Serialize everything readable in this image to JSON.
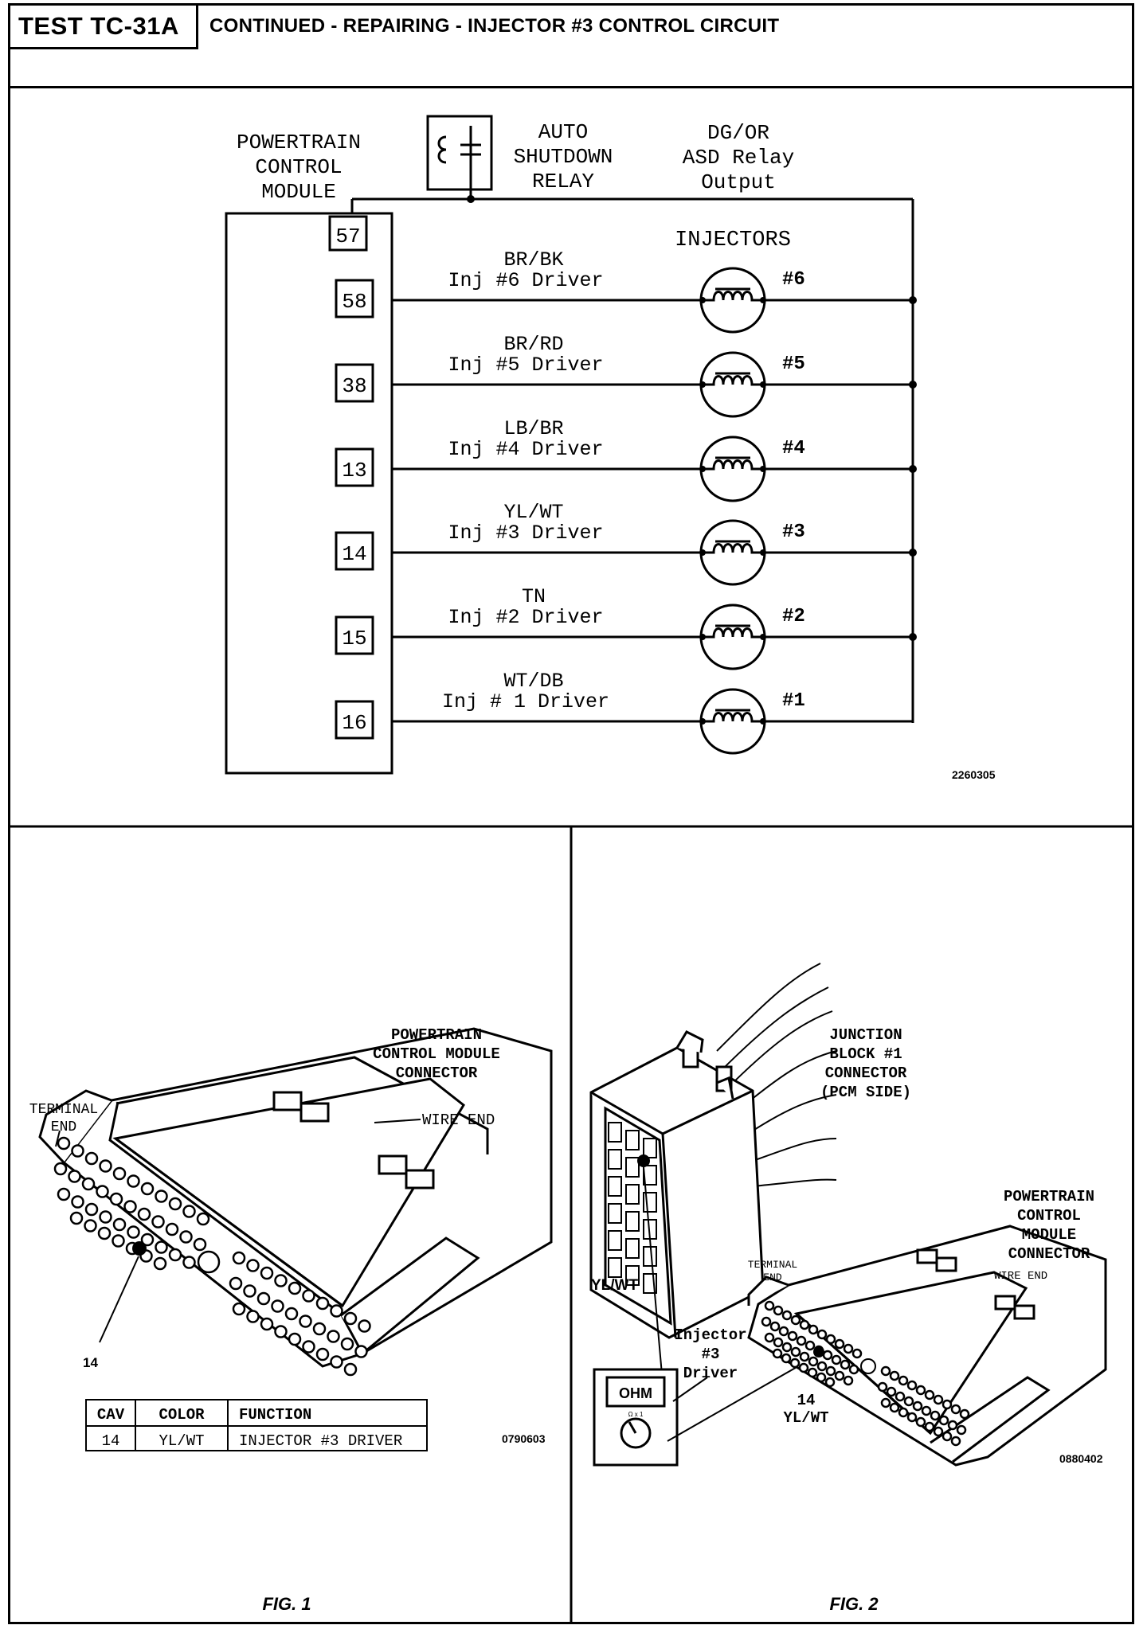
{
  "header": {
    "test_id": "TEST TC-31A",
    "title": "CONTINUED - REPAIRING - INJECTOR #3 CONTROL CIRCUIT"
  },
  "schematic": {
    "pcm_label": [
      "POWERTRAIN",
      "CONTROL",
      "MODULE"
    ],
    "relay_label": [
      "AUTO",
      "SHUTDOWN",
      "RELAY"
    ],
    "relay_output_label": [
      "DG/OR",
      "ASD Relay",
      "Output"
    ],
    "relay_pin": "57",
    "injectors_heading": "INJECTORS",
    "figure_id": "2260305",
    "circuits": [
      {
        "pin": "58",
        "color": "BR/BK",
        "function": "Inj #6 Driver",
        "injector": "#6"
      },
      {
        "pin": "38",
        "color": "BR/RD",
        "function": "Inj #5 Driver",
        "injector": "#5"
      },
      {
        "pin": "13",
        "color": "LB/BR",
        "function": "Inj #4 Driver",
        "injector": "#4"
      },
      {
        "pin": "14",
        "color": "YL/WT",
        "function": "Inj #3 Driver",
        "injector": "#3"
      },
      {
        "pin": "15",
        "color": "TN",
        "function": "Inj #2 Driver",
        "injector": "#2"
      },
      {
        "pin": "16",
        "color": "WT/DB",
        "function": "Inj # 1 Driver",
        "injector": "#1"
      }
    ]
  },
  "fig1": {
    "connector_label": [
      "POWERTRAIN",
      "CONTROL MODULE",
      "CONNECTOR"
    ],
    "terminal_end": [
      "TERMINAL",
      "END"
    ],
    "wire_end": "WIRE END",
    "pin_callout": "14",
    "table": {
      "headers": [
        "CAV",
        "COLOR",
        "FUNCTION"
      ],
      "rows": [
        [
          "14",
          "YL/WT",
          "INJECTOR #3 DRIVER"
        ]
      ]
    },
    "figure_id": "0790603",
    "caption": "FIG. 1"
  },
  "fig2": {
    "junction_label": [
      "JUNCTION",
      "BLOCK #1",
      "CONNECTOR",
      "(PCM SIDE)"
    ],
    "wire_color": "YL/WT",
    "meter_display": "OHM",
    "meter_range": "Ω x 1",
    "injector_label": [
      "Injector",
      "#3",
      "Driver"
    ],
    "pin_label": [
      "14",
      "YL/WT"
    ],
    "terminal_end": [
      "TERMINAL",
      "END"
    ],
    "wire_end": "WIRE END",
    "connector_label": [
      "POWERTRAIN",
      "CONTROL",
      "MODULE",
      "CONNECTOR"
    ],
    "figure_id": "0880402",
    "caption": "FIG. 2"
  }
}
